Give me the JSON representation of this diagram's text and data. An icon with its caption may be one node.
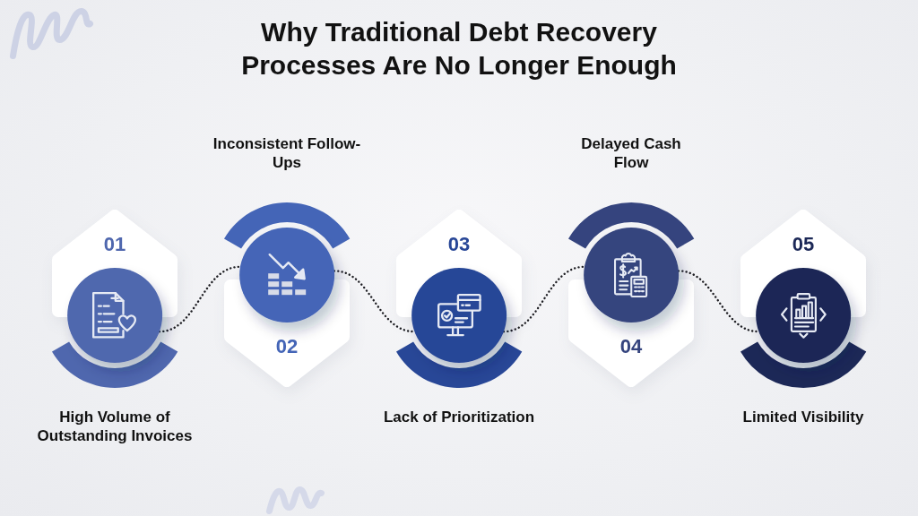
{
  "diagram": {
    "title": "Why Traditional Debt Recovery Processes Are No Longer Enough",
    "nodes": [
      {
        "text": [
          "01"
        ]
      },
      {
        "text": [],
        "shape": "circle",
        "beside": [
          "High Volume of Outstanding Invoices"
        ]
      },
      {
        "text": [
          "02"
        ]
      },
      {
        "text": [],
        "shape": "circle",
        "beside": [
          "Inconsistent Follow-Ups"
        ]
      },
      {
        "text": [
          "03"
        ]
      },
      {
        "text": [],
        "shape": "circle",
        "beside": [
          "Lack of Prioritization"
        ]
      },
      {
        "text": [
          "04"
        ]
      },
      {
        "text": [],
        "shape": "circle",
        "beside": [
          "Delayed Cash Flow"
        ]
      },
      {
        "text": [
          "05"
        ]
      },
      {
        "text": [],
        "shape": "circle",
        "beside": [
          "Limited Visibility"
        ]
      }
    ],
    "edges": [
      {
        "from": 1,
        "to": 3,
        "arrow": "none",
        "style": "dashed"
      },
      {
        "from": 3,
        "to": 5,
        "arrow": "none",
        "style": "dashed"
      },
      {
        "from": 5,
        "to": 7,
        "arrow": "none",
        "style": "dashed"
      },
      {
        "from": 7,
        "to": 9,
        "arrow": "none",
        "style": "dashed"
      }
    ]
  }
}
